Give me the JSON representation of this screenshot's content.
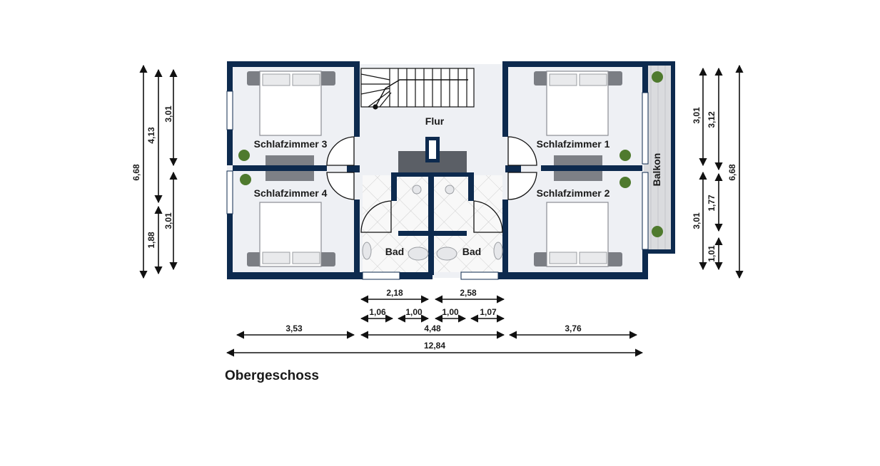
{
  "title": "Obergeschoss",
  "colors": {
    "wall": "#0d2a4e",
    "floor": "#eef0f4",
    "balcony": "#dadbde",
    "text": "#1a1a1a"
  },
  "rooms": {
    "flur": "Flur",
    "schlafzimmer_1": "Schlafzimmer 1",
    "schlafzimmer_2": "Schlafzimmer 2",
    "schlafzimmer_3": "Schlafzimmer 3",
    "schlafzimmer_4": "Schlafzimmer 4",
    "bad_left": "Bad",
    "bad_right": "Bad",
    "balkon": "Balkon"
  },
  "dimensions": {
    "bottom": {
      "bad_left_width": "2,18",
      "bad_right_width": "2,58",
      "seg_1": "1,06",
      "seg_2": "1,00",
      "seg_3": "1,00",
      "seg_4": "1,07",
      "left_width": "3,53",
      "middle_width": "4,48",
      "right_width": "3,76",
      "total_width": "12,84"
    },
    "left": {
      "total_depth": "6,68",
      "upper_4_13": "4,13",
      "upper_3_01": "3,01",
      "lower_1_88": "1,88",
      "lower_3_01": "3,01"
    },
    "right": {
      "upper_3_01": "3,01",
      "lower_3_01": "3,01",
      "upper_3_12": "3,12",
      "mid_1_77": "1,77",
      "low_1_01": "1,01",
      "total_depth": "6,68"
    }
  }
}
